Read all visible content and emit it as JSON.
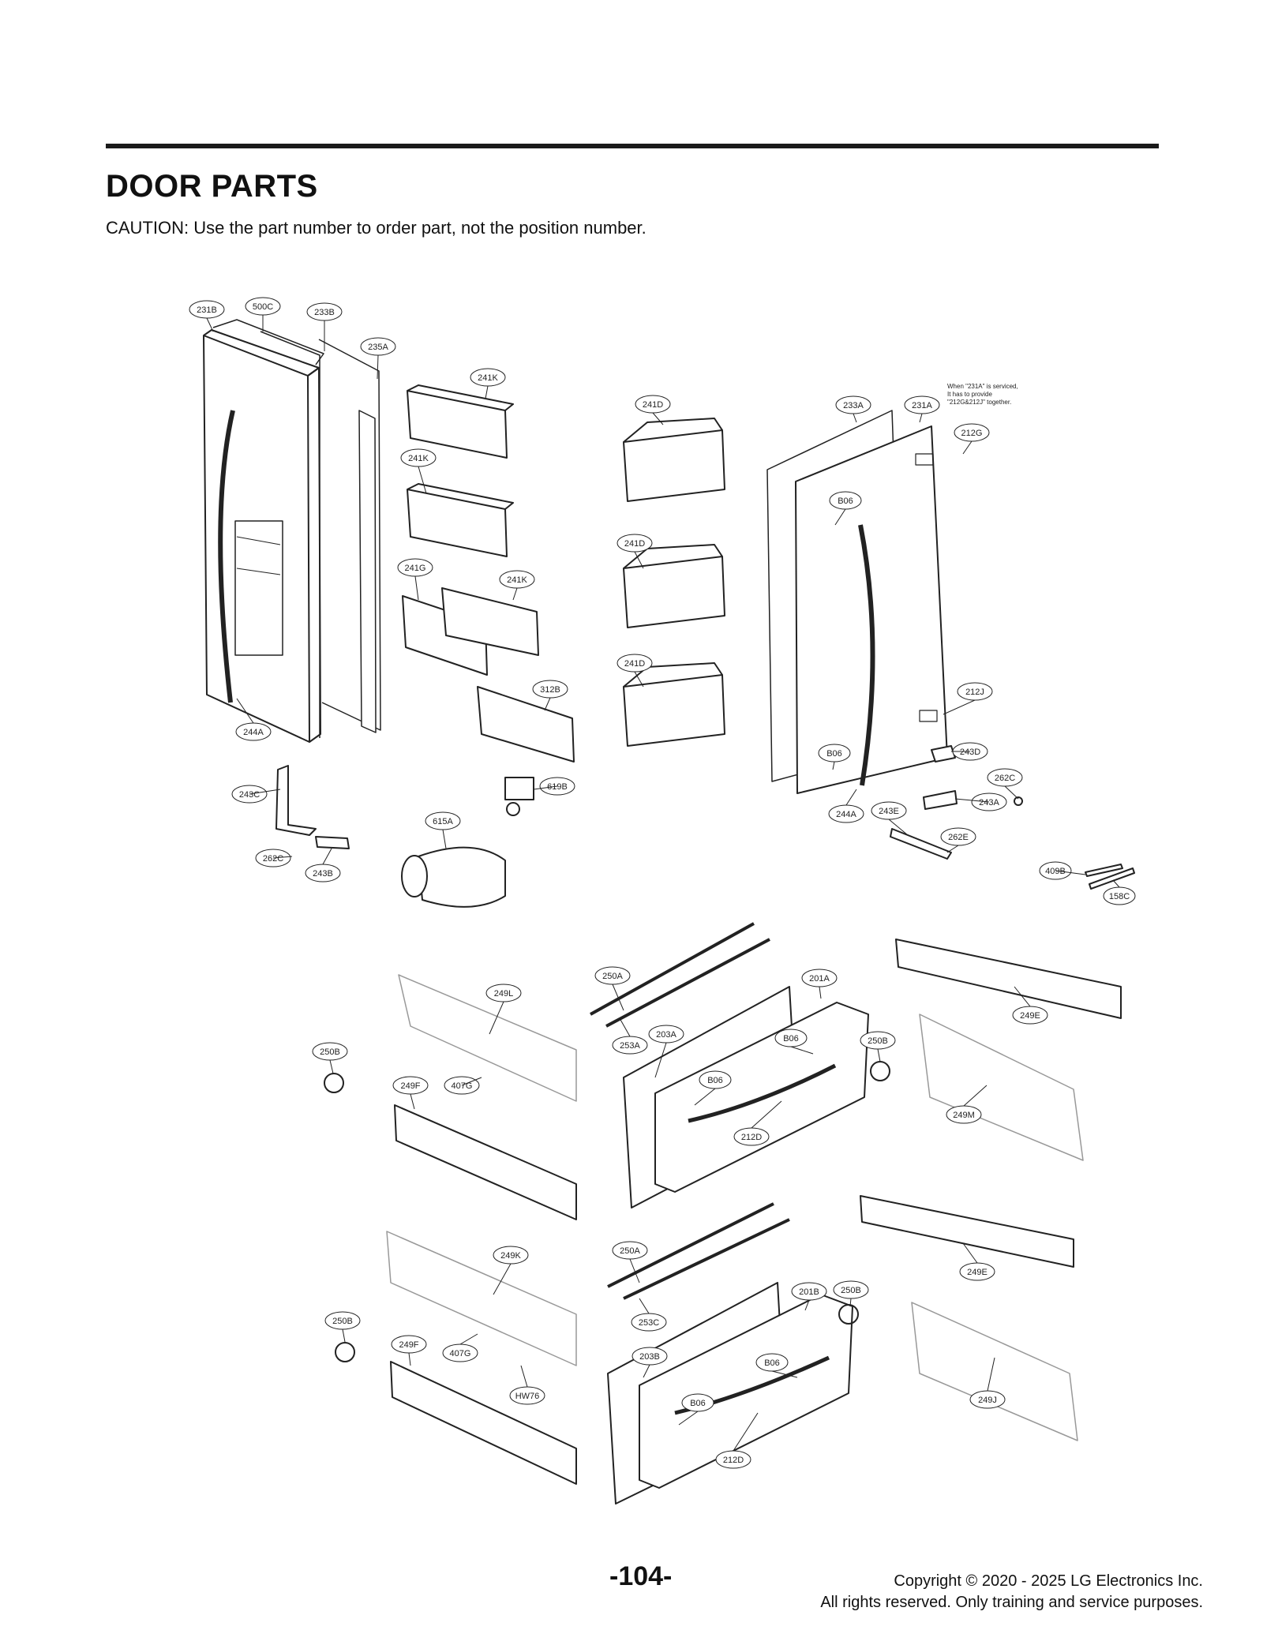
{
  "page": {
    "title": "DOOR PARTS",
    "caution": "CAUTION: Use the part number to order part, not the position number.",
    "page_number": "-104-",
    "copyright_line1": "Copyright © 2020 - 2025 LG Electronics Inc.",
    "copyright_line2": "All rights reserved. Only training and service purposes."
  },
  "service_note": {
    "line1": "When \"231A\" is serviced,",
    "line2": "It has to provide",
    "line3": "\"212G&212J\" together."
  },
  "labels": {
    "l231B": "231B",
    "l500C": "500C",
    "l233B": "233B",
    "l235A": "235A",
    "l244A_left": "244A",
    "l241K_1": "241K",
    "l241K_2": "241K",
    "l241G": "241G",
    "l241K_3": "241K",
    "l312B": "312B",
    "l241D_1": "241D",
    "l241D_2": "241D",
    "l241D_3": "241D",
    "l233A": "233A",
    "l231A": "231A",
    "l212G": "212G",
    "l212J": "212J",
    "lB06_a": "B06",
    "lB06_b": "B06",
    "l243D": "243D",
    "l262C_r": "262C",
    "l243A": "243A",
    "l244A_right": "244A",
    "l243E": "243E",
    "l262E": "262E",
    "l243C": "243C",
    "l262C_l": "262C",
    "l243B": "243B",
    "l615A": "615A",
    "l619B": "619B",
    "l409B": "409B",
    "l158C": "158C",
    "l249L": "249L",
    "l250B_1": "250B",
    "l249F_1": "249F",
    "l407G_1": "407G",
    "l250A_1": "250A",
    "l253A": "253A",
    "l203A": "203A",
    "l201A": "201A",
    "lB06_c": "B06",
    "lB06_d": "B06",
    "l212D_1": "212D",
    "l250B_2": "250B",
    "l249E_1": "249E",
    "l249M": "249M",
    "l249K": "249K",
    "l250B_3": "250B",
    "l249F_2": "249F",
    "l407G_2": "407G",
    "lHW76": "HW76",
    "l250A_2": "250A",
    "l253C": "253C",
    "l203B": "203B",
    "l201B": "201B",
    "lB06_e": "B06",
    "lB06_f": "B06",
    "l212D_2": "212D",
    "l250B_4": "250B",
    "l249E_2": "249E",
    "l249J": "249J"
  }
}
